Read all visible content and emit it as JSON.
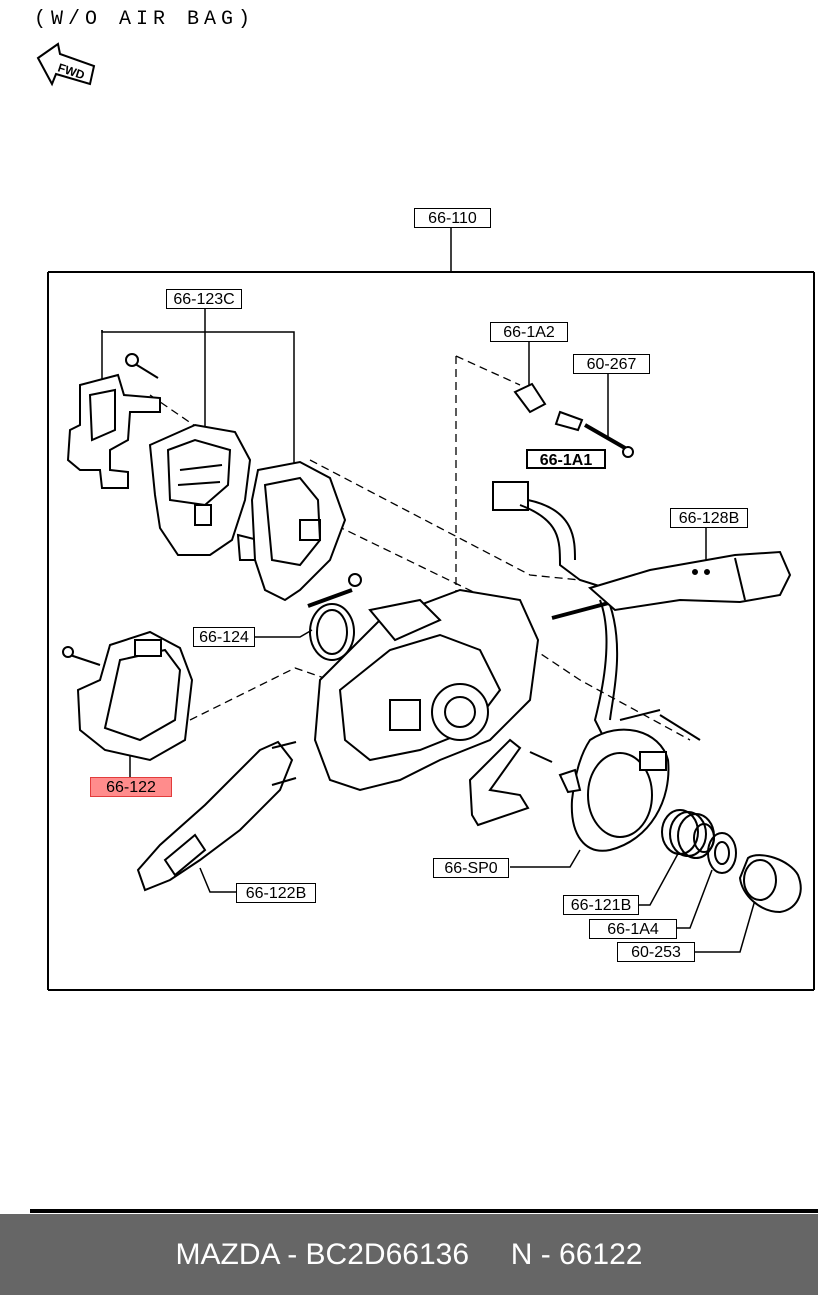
{
  "header": {
    "note": "(W/O AIR BAG)",
    "fwd_label": "FWD"
  },
  "callouts": {
    "c_66_110": "66-110",
    "c_66_123C": "66-123C",
    "c_66_1A2": "66-1A2",
    "c_60_267": "60-267",
    "c_66_1A1": "66-1A1",
    "c_66_128B": "66-128B",
    "c_66_124": "66-124",
    "c_66_122": "66-122",
    "c_66_122B": "66-122B",
    "c_66_SP0": "66-SP0",
    "c_66_121B": "66-121B",
    "c_66_1A4": "66-1A4",
    "c_60_253": "60-253"
  },
  "highlight_color": "#ff8c8c",
  "footer": {
    "brand_part": "MAZDA - BC2D66136",
    "ref": "N - 66122"
  }
}
